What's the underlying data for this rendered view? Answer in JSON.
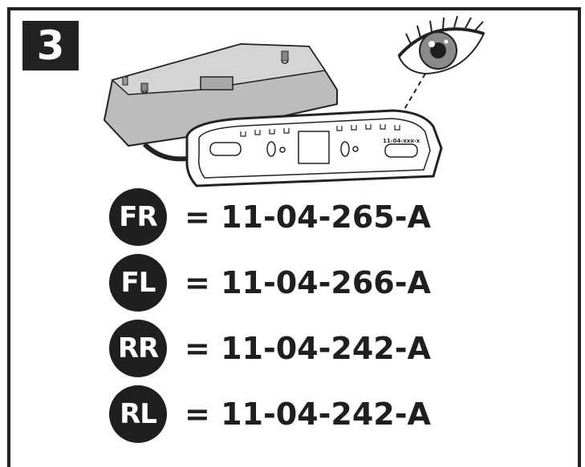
{
  "step": {
    "number": "3"
  },
  "illustration": {
    "part_label": "11-04-xxx-x"
  },
  "mappings": [
    {
      "position": "FR",
      "code": "= 11-04-265-A"
    },
    {
      "position": "FL",
      "code": "= 11-04-266-A"
    },
    {
      "position": "RR",
      "code": "= 11-04-242-A"
    },
    {
      "position": "RL",
      "code": "= 11-04-242-A"
    }
  ]
}
